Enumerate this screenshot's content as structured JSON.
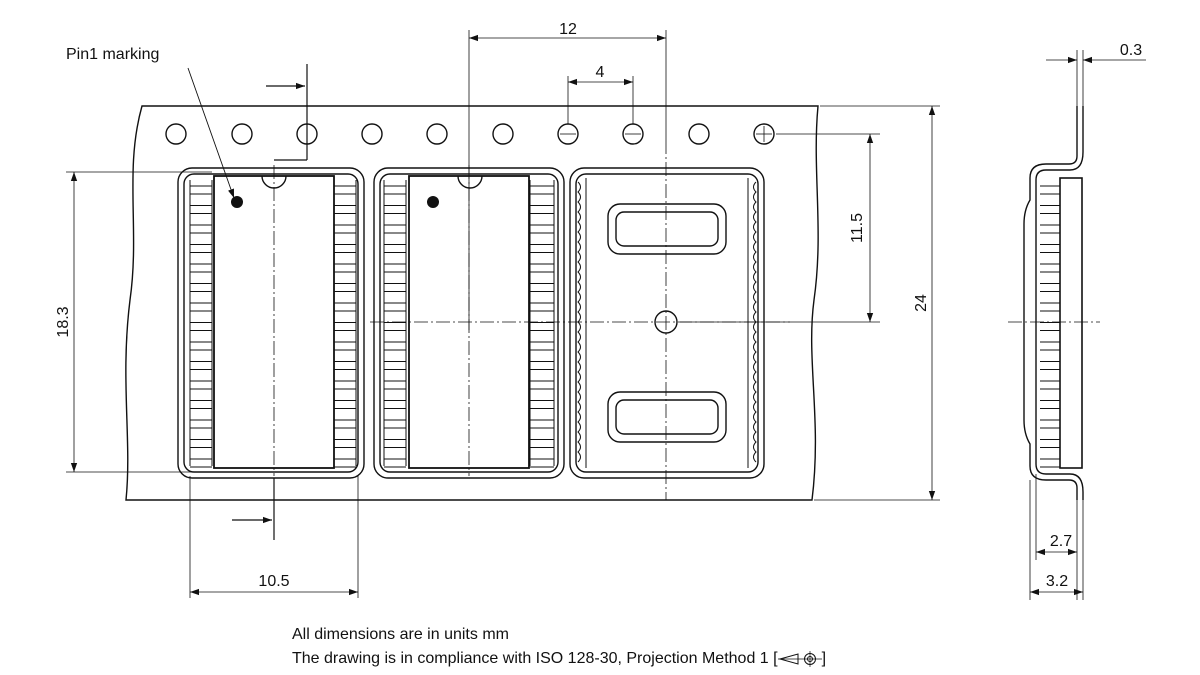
{
  "labels": {
    "pin1": "Pin1 marking",
    "pitch12": "12",
    "pitch4": "4",
    "offset115": "11.5",
    "width24": "24",
    "cavity183": "18.3",
    "cavity105": "10.5",
    "thick03": "0.3",
    "depth27": "2.7",
    "depth32": "3.2"
  },
  "notes": {
    "units": "All dimensions are in units mm",
    "iso": "The drawing is in compliance with ISO 128-30, Projection Method 1 [",
    "iso_close": "]"
  },
  "projection_symbol_icon": "first-angle-projection-icon"
}
